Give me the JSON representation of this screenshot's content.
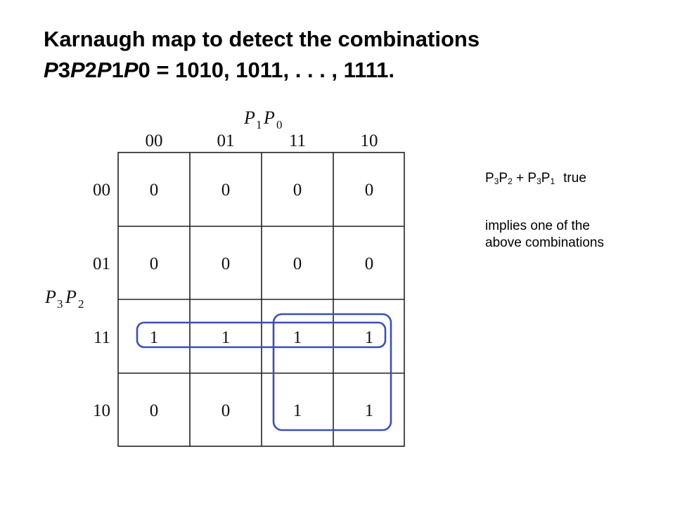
{
  "title": {
    "line1": "Karnaugh map to detect the combinations",
    "line2_parts": [
      "P",
      "3",
      "P",
      "2",
      "P",
      "1",
      "P",
      "0",
      " = 1010, 1011, . . . , 1111."
    ]
  },
  "kmap": {
    "col_var": {
      "letter1": "P",
      "sub1": "1",
      "letter2": "P",
      "sub2": "0"
    },
    "row_var": {
      "letter1": "P",
      "sub1": "3",
      "letter2": "P",
      "sub2": "2"
    },
    "col_headers": [
      "00",
      "01",
      "11",
      "10"
    ],
    "row_headers": [
      "00",
      "01",
      "11",
      "10"
    ],
    "cells": [
      [
        "0",
        "0",
        "0",
        "0"
      ],
      [
        "0",
        "0",
        "0",
        "0"
      ],
      [
        "1",
        "1",
        "1",
        "1"
      ],
      [
        "0",
        "0",
        "1",
        "1"
      ]
    ],
    "groups": [
      {
        "name": "P3P2",
        "row_span": [
          2,
          2
        ],
        "col_span": [
          0,
          3
        ]
      },
      {
        "name": "P3P1",
        "row_span": [
          2,
          3
        ],
        "col_span": [
          2,
          3
        ]
      }
    ],
    "group_color": "#3b4fb8"
  },
  "note": {
    "expr": {
      "t1": "P",
      "s1": "3",
      "t2": "P",
      "s2": "2",
      "plus": " + ",
      "t3": "P",
      "s3": "3",
      "t4": "P",
      "s4": "1",
      "tail": "true"
    },
    "line2": "implies one of the",
    "line3": "above combinations"
  }
}
